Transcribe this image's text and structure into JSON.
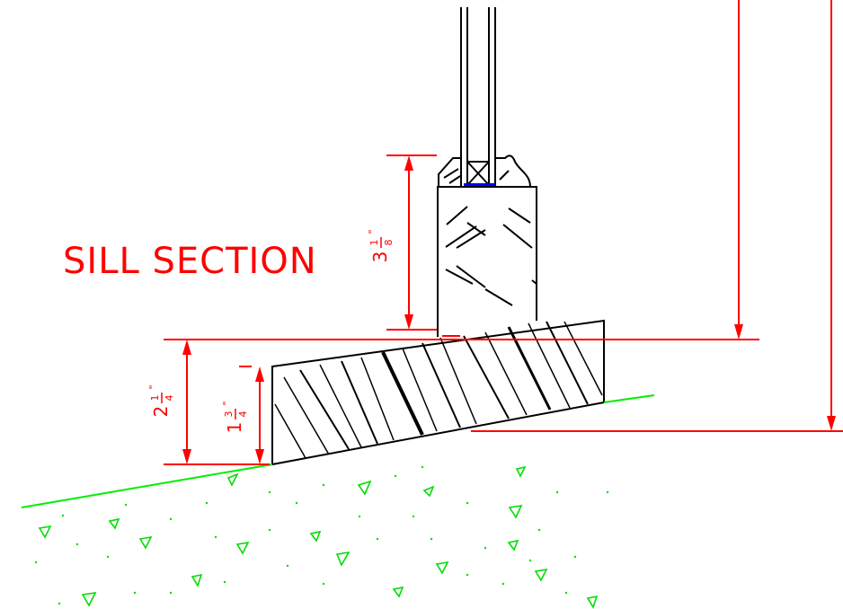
{
  "title": "SILL SECTION",
  "dimensions": {
    "stool_height": {
      "whole": "3",
      "num": "1",
      "den": "8"
    },
    "sill_overall": {
      "whole": "2",
      "num": "1",
      "den": "4"
    },
    "sill_thickness": {
      "whole": "1",
      "num": "3",
      "den": "4"
    }
  },
  "colors": {
    "dimension": "#ff0000",
    "grade": "#00ee00",
    "outline": "#000000",
    "glazing_bead": "#0000ff"
  }
}
